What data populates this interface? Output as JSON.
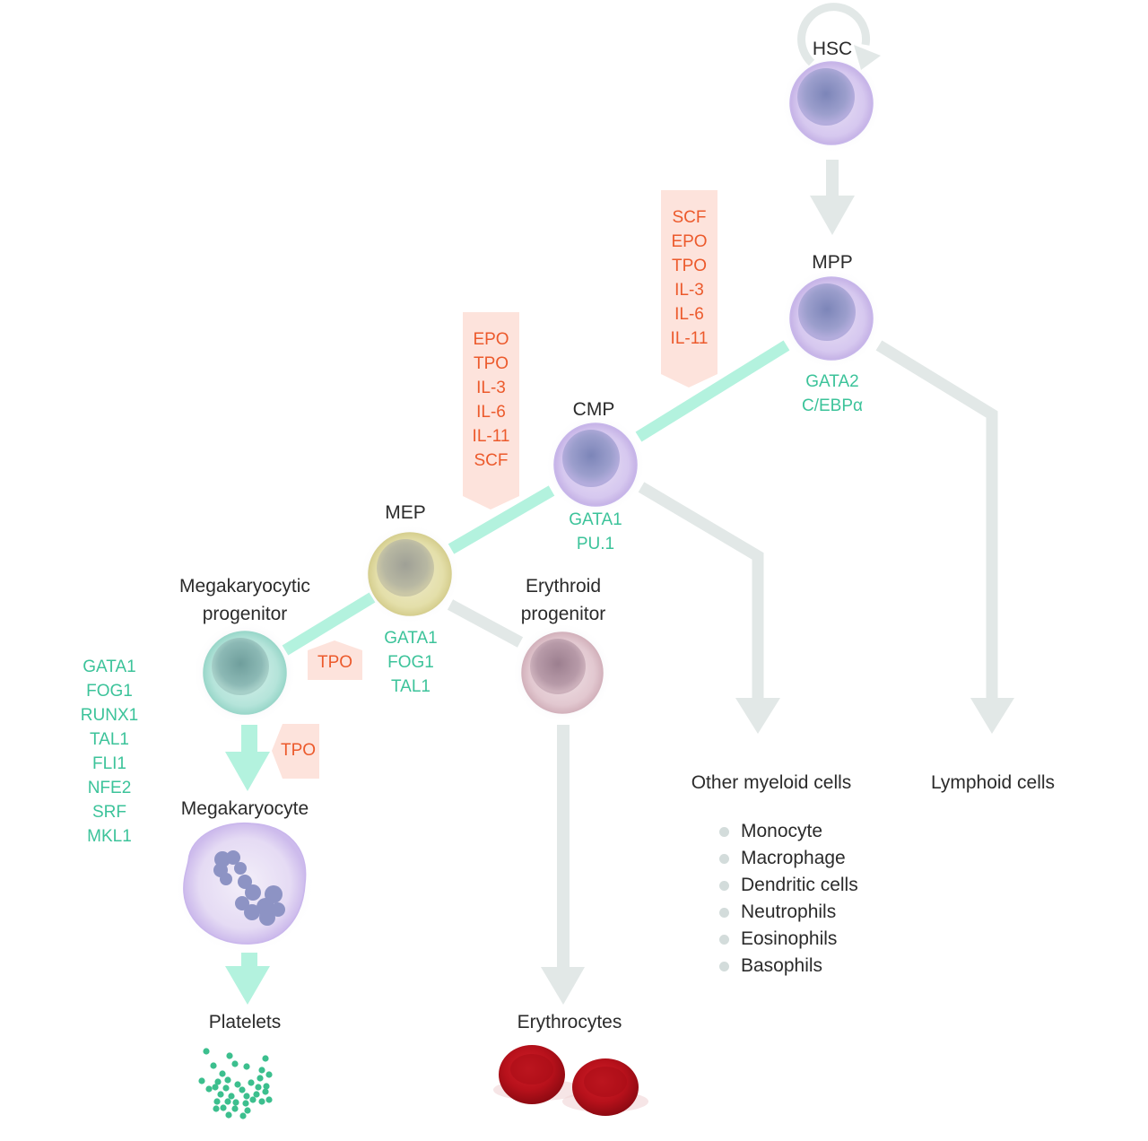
{
  "title": "Hematopoiesis: megakaryocyte and erythroid lineage differentiation",
  "colors": {
    "transcription_factor": "#3cc39a",
    "growth_factor": "#ec5a2c",
    "growth_factor_bg": "#fde3dc",
    "primary_path": "#b3f2de",
    "other_path": "#e2e8e7",
    "label": "#2b2b2b"
  },
  "cells": {
    "hsc": {
      "label": "HSC"
    },
    "mpp": {
      "label": "MPP",
      "transcription_factors": [
        "GATA2",
        "C/EBPα"
      ]
    },
    "cmp": {
      "label": "CMP",
      "transcription_factors": [
        "GATA1",
        "PU.1"
      ]
    },
    "mep": {
      "label": "MEP",
      "transcription_factors": [
        "GATA1",
        "FOG1",
        "TAL1"
      ]
    },
    "mk_progenitor": {
      "label_line1": "Megakaryocytic",
      "label_line2": "progenitor",
      "transcription_factors": [
        "GATA1",
        "FOG1",
        "RUNX1",
        "TAL1",
        "FLI1",
        "NFE2",
        "SRF",
        "MKL1"
      ]
    },
    "erythroid_progenitor": {
      "label_line1": "Erythroid",
      "label_line2": "progenitor"
    },
    "megakaryocyte": {
      "label": "Megakaryocyte"
    },
    "platelets": {
      "label": "Platelets"
    },
    "erythrocytes": {
      "label": "Erythrocytes"
    }
  },
  "growth_factors": {
    "mpp_to_cmp": [
      "SCF",
      "EPO",
      "TPO",
      "IL-3",
      "IL-6",
      "IL-11"
    ],
    "cmp_to_mep": [
      "EPO",
      "TPO",
      "IL-3",
      "IL-6",
      "IL-11",
      "SCF"
    ],
    "mep_to_mkp": [
      "TPO"
    ],
    "mkp_to_mk": [
      "TPO"
    ]
  },
  "other_myeloid": {
    "label": "Other myeloid cells",
    "items": [
      "Monocyte",
      "Macrophage",
      "Dendritic cells",
      "Neutrophils",
      "Eosinophils",
      "Basophils"
    ]
  },
  "lymphoid": {
    "label": "Lymphoid cells"
  }
}
